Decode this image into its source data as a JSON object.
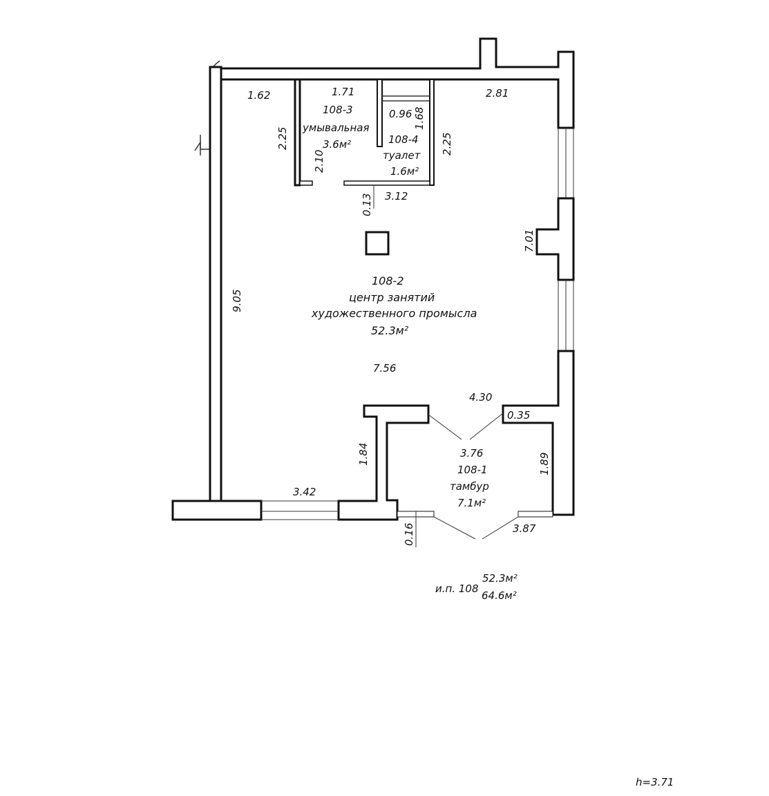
{
  "rooms": [
    {
      "id": "108-2",
      "name": "центр занятий",
      "name2": "художественного промысла",
      "area": "52.3м²"
    },
    {
      "id": "108-3",
      "name": "умывальная",
      "area": "3.6м²"
    },
    {
      "id": "108-4",
      "name": "туалет",
      "area": "1.6м²"
    },
    {
      "id": "108-1",
      "name": "тамбур",
      "area": "7.1м²"
    }
  ],
  "dimensions": {
    "d162": "1.62",
    "d171": "1.71",
    "d281": "2.81",
    "d096": "0.96",
    "d168": "1.68",
    "d225a": "2.25",
    "d225b": "2.25",
    "d210": "2.10",
    "d013": "0.13",
    "d312": "3.12",
    "d701": "7.01",
    "d905": "9.05",
    "d756": "7.56",
    "d430": "4.30",
    "d035": "0.35",
    "d376": "3.76",
    "d184": "1.84",
    "d189": "1.89",
    "d342": "3.42",
    "d016": "0.16",
    "d387": "3.87"
  },
  "summary": {
    "label": "и.п. 108",
    "living": "52.3м²",
    "total": "64.6м²"
  },
  "height": "h=3.71"
}
